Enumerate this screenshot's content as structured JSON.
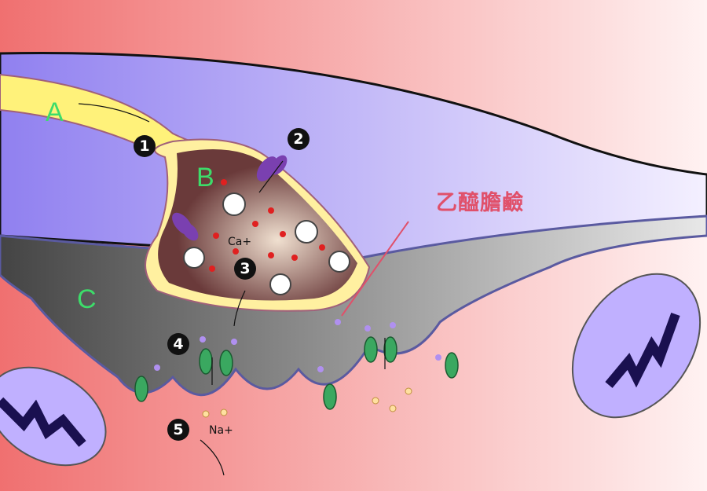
{
  "labels": {
    "a": "A",
    "b": "B",
    "c": "C"
  },
  "steps": [
    "1",
    "2",
    "3",
    "4",
    "5"
  ],
  "ions": {
    "calcium": "Ca+",
    "sodium": "Na+"
  },
  "annotation": "乙醯膽鹼",
  "colors": {
    "axon": "#fff27a",
    "muscle": "#f0a0a8",
    "membrane": "#5a5a5a",
    "nerve": "#c8b8ff",
    "terminal": "#7a4a4a",
    "receptor": "#3aa860"
  }
}
